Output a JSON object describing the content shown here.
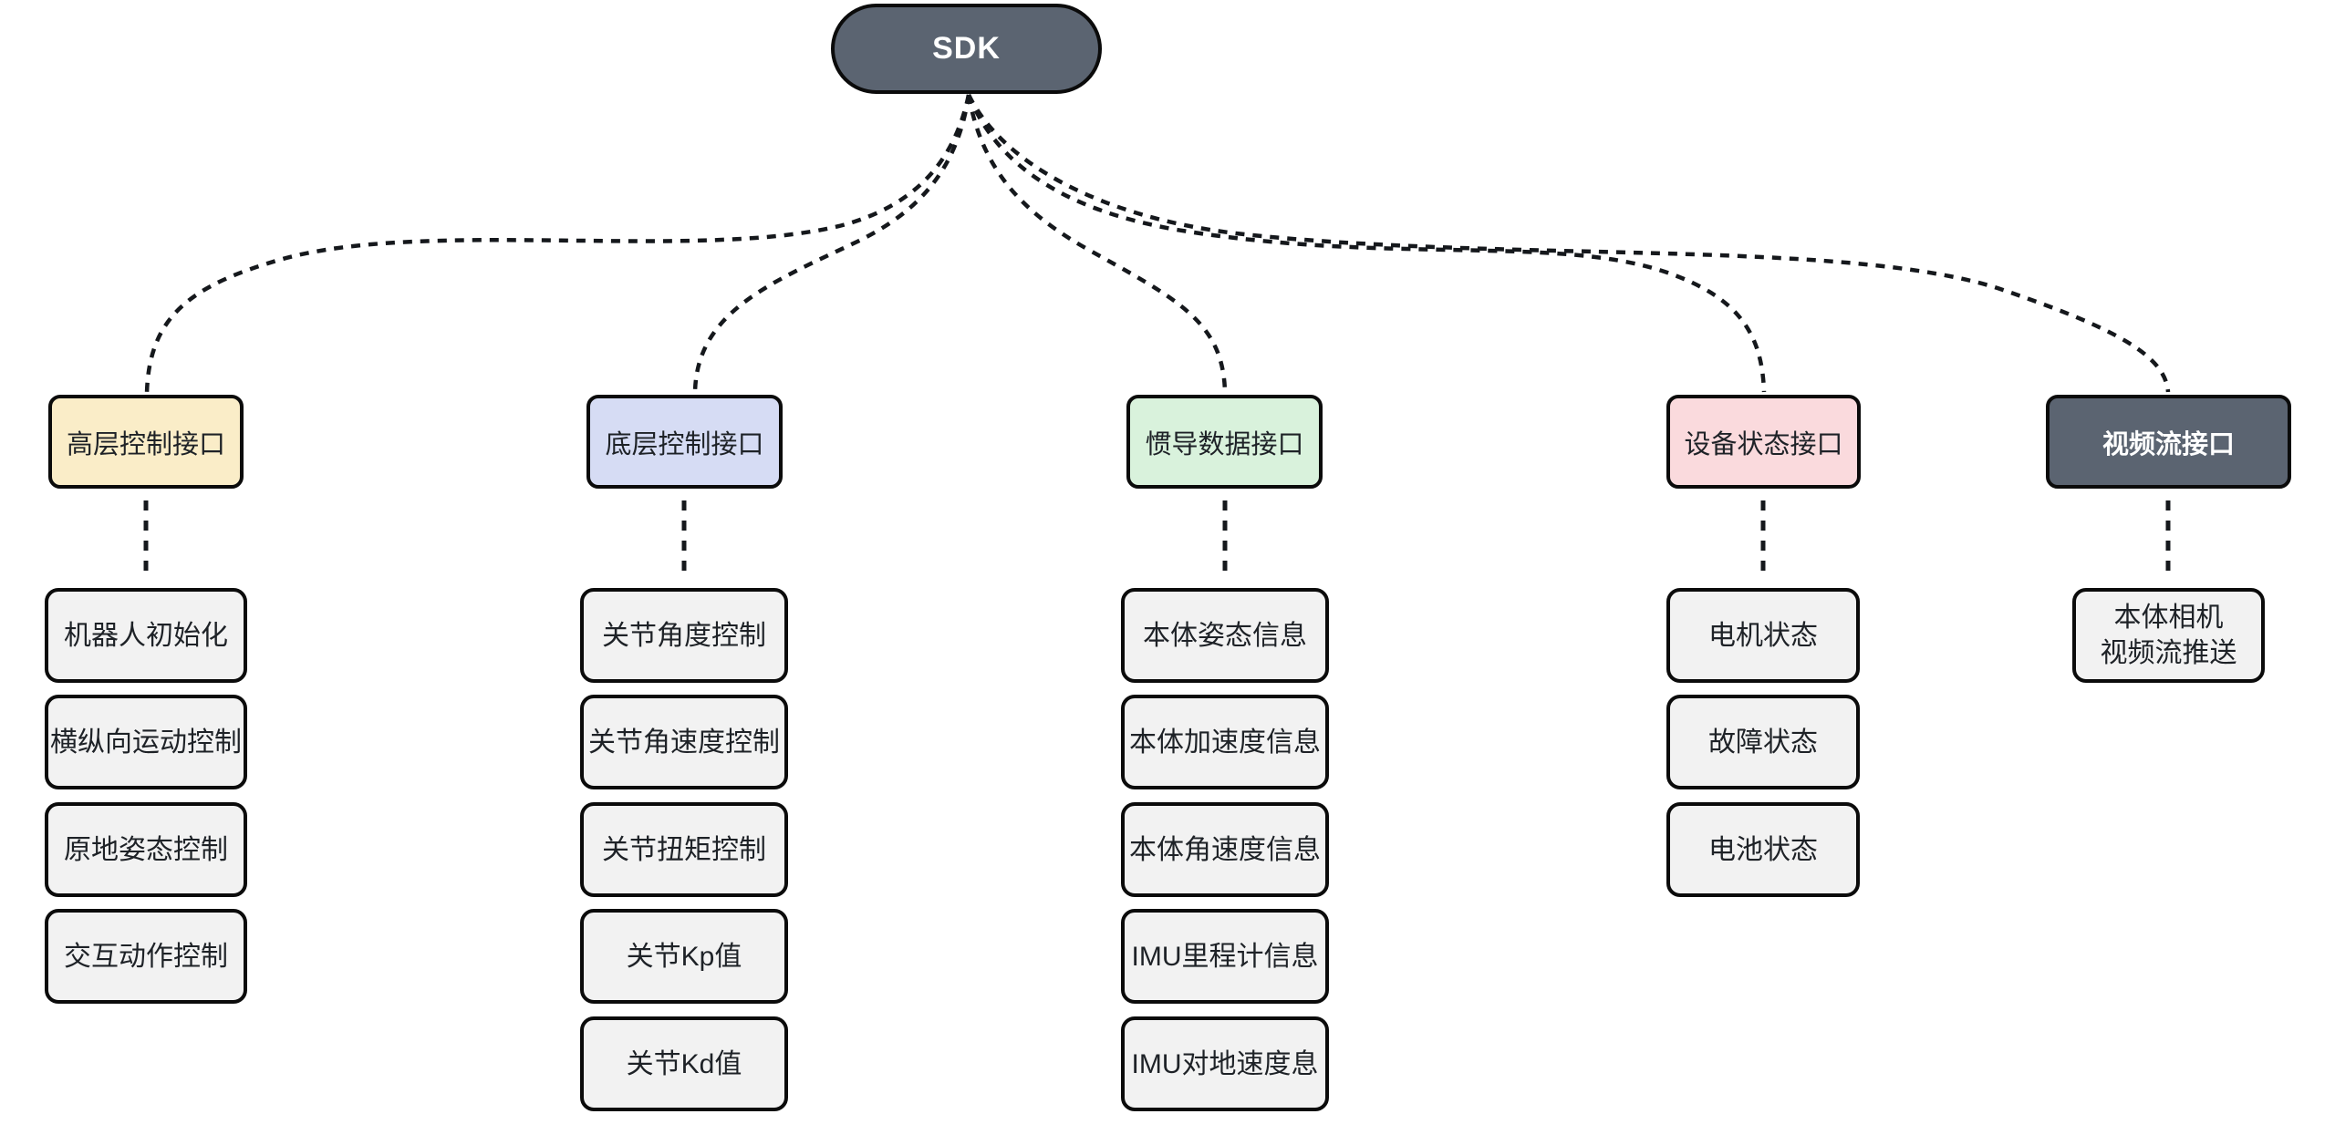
{
  "root": {
    "label": "SDK",
    "fill": "#5B6471",
    "text_color": "#FFFFFF"
  },
  "edge_style": {
    "type": "dashed",
    "color": "#15181C"
  },
  "branches": [
    {
      "id": "high-level-control",
      "label": "高层控制接口",
      "fill": "#FAEDC8",
      "text_color": "#1E2227",
      "children": [
        "机器人初始化",
        "横纵向运动控制",
        "原地姿态控制",
        "交互动作控制"
      ]
    },
    {
      "id": "low-level-control",
      "label": "底层控制接口",
      "fill": "#D6DCF4",
      "text_color": "#1E2227",
      "children": [
        "关节角度控制",
        "关节角速度控制",
        "关节扭矩控制",
        "关节Kp值",
        "关节Kd值"
      ]
    },
    {
      "id": "imu-data",
      "label": "惯导数据接口",
      "fill": "#D9F2DC",
      "text_color": "#1E2227",
      "children": [
        "本体姿态信息",
        "本体加速度信息",
        "本体角速度信息",
        "IMU里程计信息",
        "IMU对地速度息"
      ]
    },
    {
      "id": "device-status",
      "label": "设备状态接口",
      "fill": "#FADADD",
      "text_color": "#1E2227",
      "children": [
        "电机状态",
        "故障状态",
        "电池状态"
      ]
    },
    {
      "id": "video-stream",
      "label": "视频流接口",
      "fill": "#5B6471",
      "text_color": "#FFFFFF",
      "children": [
        "本体相机\n视频流推送"
      ]
    }
  ],
  "edges": [
    {
      "from": "SDK",
      "to": "高层控制接口"
    },
    {
      "from": "SDK",
      "to": "底层控制接口"
    },
    {
      "from": "SDK",
      "to": "惯导数据接口"
    },
    {
      "from": "SDK",
      "to": "设备状态接口"
    },
    {
      "from": "SDK",
      "to": "视频流接口"
    },
    {
      "from": "高层控制接口",
      "to": "机器人初始化"
    },
    {
      "from": "底层控制接口",
      "to": "关节角度控制"
    },
    {
      "from": "惯导数据接口",
      "to": "本体姿态信息"
    },
    {
      "from": "设备状态接口",
      "to": "电机状态"
    },
    {
      "from": "视频流接口",
      "to": "本体相机视频流推送"
    }
  ]
}
